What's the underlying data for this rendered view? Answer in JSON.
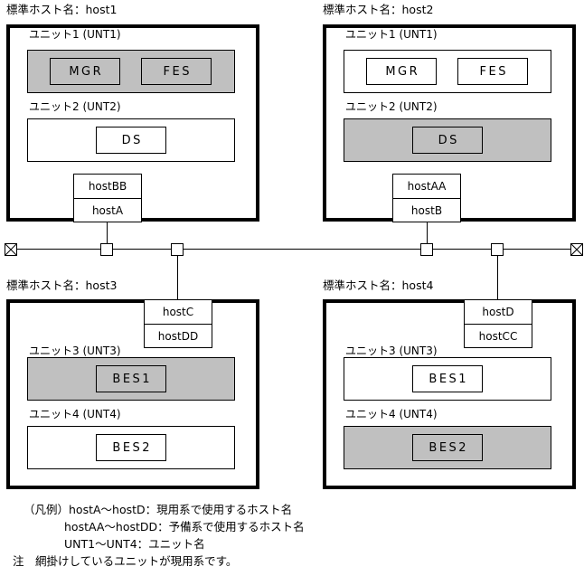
{
  "hosts": [
    {
      "title": "標準ホスト名：host1",
      "units": [
        {
          "label": "ユニット1 (UNT1)",
          "shaded": true,
          "procs": [
            "MGR",
            "FES"
          ]
        },
        {
          "label": "ユニット2 (UNT2)",
          "shaded": false,
          "procs": [
            "DS"
          ]
        }
      ],
      "hostnames": {
        "top": "hostBB",
        "bottom": "hostA"
      }
    },
    {
      "title": "標準ホスト名：host2",
      "units": [
        {
          "label": "ユニット1 (UNT1)",
          "shaded": false,
          "procs": [
            "MGR",
            "FES"
          ]
        },
        {
          "label": "ユニット2 (UNT2)",
          "shaded": true,
          "procs": [
            "DS"
          ]
        }
      ],
      "hostnames": {
        "top": "hostAA",
        "bottom": "hostB"
      }
    },
    {
      "title": "標準ホスト名：host3",
      "units": [
        {
          "label": "ユニット3 (UNT3)",
          "shaded": true,
          "procs": [
            "BES1"
          ]
        },
        {
          "label": "ユニット4 (UNT4)",
          "shaded": false,
          "procs": [
            "BES2"
          ]
        }
      ],
      "hostnames": {
        "top": "hostC",
        "bottom": "hostDD"
      }
    },
    {
      "title": "標準ホスト名：host4",
      "units": [
        {
          "label": "ユニット3 (UNT3)",
          "shaded": false,
          "procs": [
            "BES1"
          ]
        },
        {
          "label": "ユニット4 (UNT4)",
          "shaded": true,
          "procs": [
            "BES2"
          ]
        }
      ],
      "hostnames": {
        "top": "hostD",
        "bottom": "hostCC"
      }
    }
  ],
  "network": {
    "terminator_icon": "bus-terminator-icon",
    "tap_icon": "bus-tap-icon"
  },
  "legend": {
    "line1": "（凡例）hostA〜hostD：現用系で使用するホスト名",
    "line2": "hostAA〜hostDD：予備系で使用するホスト名",
    "line3": "UNT1〜UNT4：ユニット名",
    "line4": "注　網掛けしているユニットが現用系です。"
  },
  "colors": {
    "shade": "#c0c0c0",
    "line": "#000000",
    "background": "#ffffff"
  }
}
